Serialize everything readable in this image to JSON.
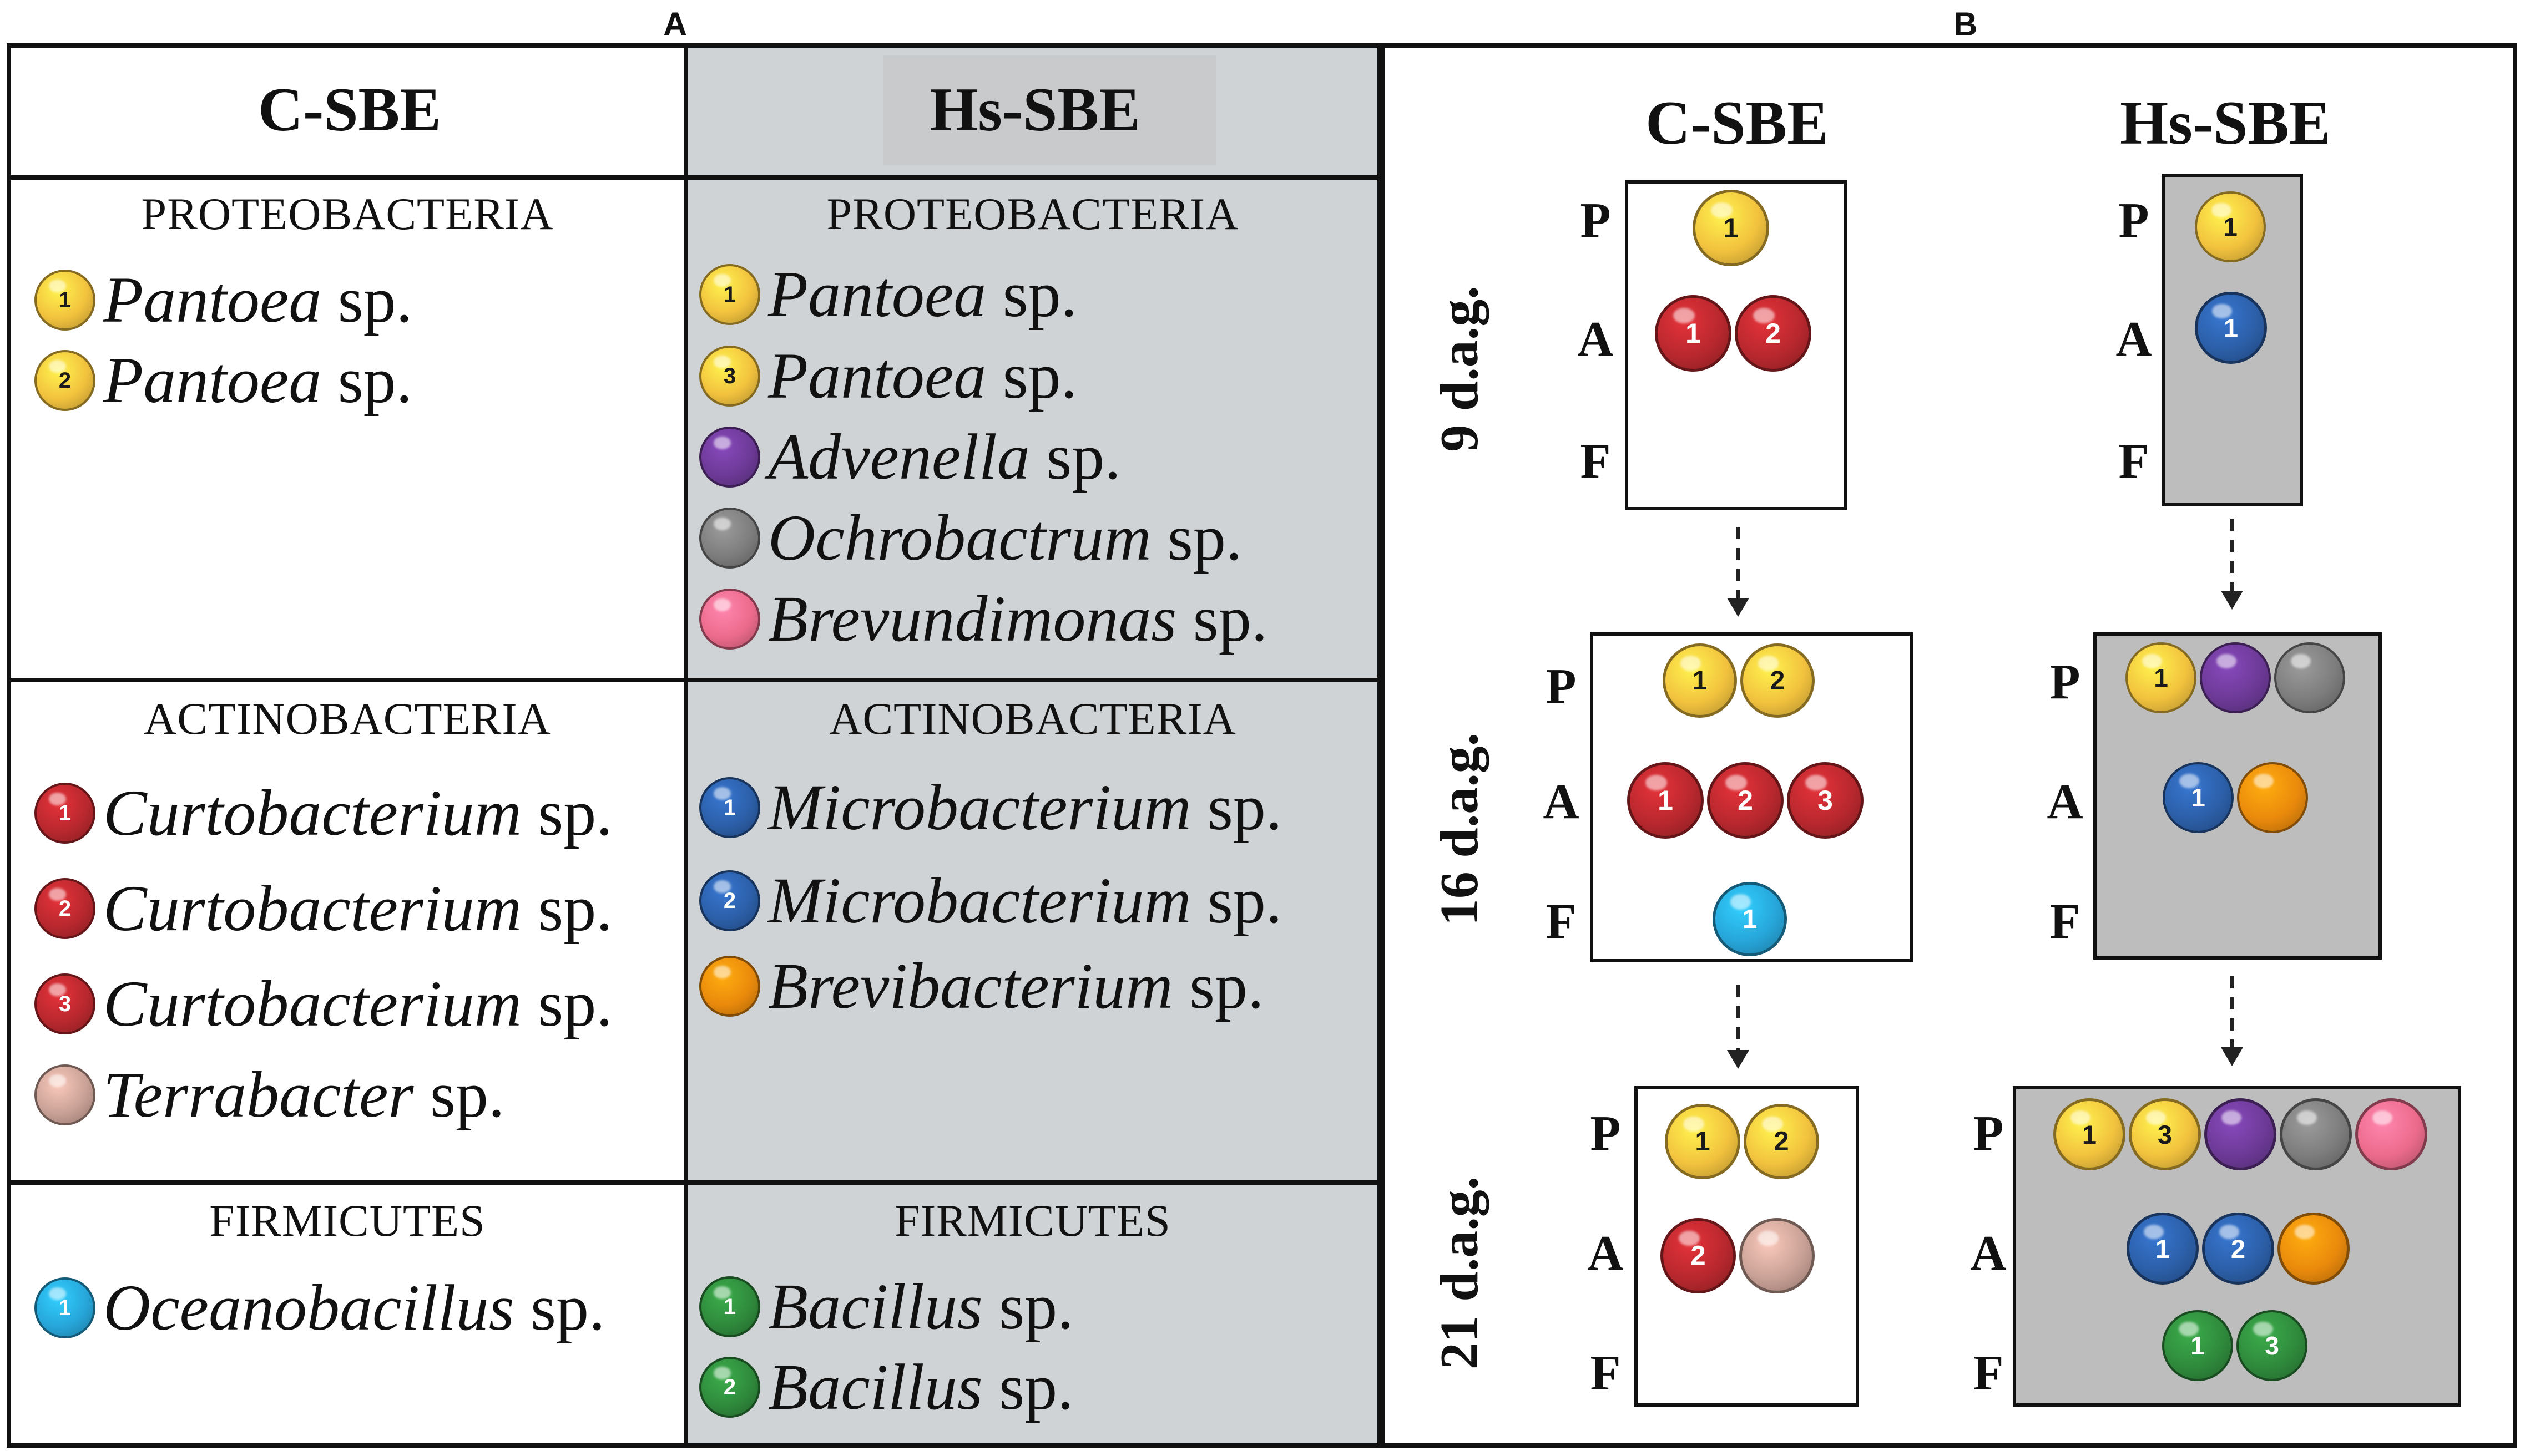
{
  "colors": {
    "yellow": "#f2c23e",
    "red": "#b8282e",
    "purple": "#6d3a97",
    "gray": "#7d7d7d",
    "pink": "#ec6b8c",
    "blue": "#2c5fa8",
    "orange": "#ea8a0c",
    "cyan": "#27a6da",
    "tan": "#c9a196",
    "green": "#2f8a3c",
    "panel_gray": "#cfd3d6",
    "box_gray": "#bdbdbd"
  },
  "panelA": {
    "letter": "A",
    "columns": [
      {
        "header": "C-SBE",
        "groups": [
          {
            "phylum": "PROTEOBACTERIA",
            "species": [
              {
                "badge": "1",
                "color": "yellow",
                "genus": "Pantoea",
                "suffix": " sp."
              },
              {
                "badge": "2",
                "color": "yellow",
                "genus": "Pantoea",
                "suffix": " sp."
              }
            ]
          },
          {
            "phylum": "ACTINOBACTERIA",
            "species": [
              {
                "badge": "1",
                "color": "red",
                "genus": "Curtobacterium",
                "suffix": " sp."
              },
              {
                "badge": "2",
                "color": "red",
                "genus": "Curtobacterium",
                "suffix": " sp."
              },
              {
                "badge": "3",
                "color": "red",
                "genus": "Curtobacterium",
                "suffix": " sp."
              },
              {
                "badge": "",
                "color": "tan",
                "genus": "Terrabacter",
                "suffix": " sp."
              }
            ]
          },
          {
            "phylum": "FIRMICUTES",
            "species": [
              {
                "badge": "1",
                "color": "cyan",
                "genus": "Oceanobacillus",
                "suffix": " sp."
              }
            ]
          }
        ]
      },
      {
        "header": "Hs-SBE",
        "groups": [
          {
            "phylum": "PROTEOBACTERIA",
            "species": [
              {
                "badge": "1",
                "color": "yellow",
                "genus": "Pantoea",
                "suffix": " sp."
              },
              {
                "badge": "3",
                "color": "yellow",
                "genus": "Pantoea",
                "suffix": " sp."
              },
              {
                "badge": "",
                "color": "purple",
                "genus": "Advenella",
                "suffix": " sp."
              },
              {
                "badge": "",
                "color": "gray",
                "genus": "Ochrobactrum",
                "suffix": " sp."
              },
              {
                "badge": "",
                "color": "pink",
                "genus": "Brevundimonas",
                "suffix": " sp."
              }
            ]
          },
          {
            "phylum": "ACTINOBACTERIA",
            "species": [
              {
                "badge": "1",
                "color": "blue",
                "genus": "Microbacterium",
                "suffix": " sp."
              },
              {
                "badge": "2",
                "color": "blue",
                "genus": "Microbacterium",
                "suffix": " sp."
              },
              {
                "badge": "",
                "color": "orange",
                "genus": "Brevibacterium",
                "suffix": " sp."
              }
            ]
          },
          {
            "phylum": "FIRMICUTES",
            "species": [
              {
                "badge": "1",
                "color": "green",
                "genus": "Bacillus",
                "suffix": " sp."
              },
              {
                "badge": "2",
                "color": "green",
                "genus": "Bacillus",
                "suffix": " sp."
              }
            ]
          }
        ]
      }
    ]
  },
  "panelB": {
    "letter": "B",
    "column_headers": [
      "C-SBE",
      "Hs-SBE"
    ],
    "row_labels": [
      "P",
      "A",
      "F"
    ],
    "timepoints": [
      {
        "label": "9 d.a.g.",
        "c_sbe": {
          "P": [
            {
              "badge": "1",
              "color": "yellow"
            }
          ],
          "A": [
            {
              "badge": "1",
              "color": "red"
            },
            {
              "badge": "2",
              "color": "red"
            }
          ],
          "F": []
        },
        "hs_sbe": {
          "P": [
            {
              "badge": "1",
              "color": "yellow"
            }
          ],
          "A": [
            {
              "badge": "1",
              "color": "blue"
            }
          ],
          "F": []
        }
      },
      {
        "label": "16 d.a.g.",
        "c_sbe": {
          "P": [
            {
              "badge": "1",
              "color": "yellow"
            },
            {
              "badge": "2",
              "color": "yellow"
            }
          ],
          "A": [
            {
              "badge": "1",
              "color": "red"
            },
            {
              "badge": "2",
              "color": "red"
            },
            {
              "badge": "3",
              "color": "red"
            }
          ],
          "F": [
            {
              "badge": "1",
              "color": "cyan"
            }
          ]
        },
        "hs_sbe": {
          "P": [
            {
              "badge": "1",
              "color": "yellow"
            },
            {
              "badge": "",
              "color": "purple"
            },
            {
              "badge": "",
              "color": "gray"
            }
          ],
          "A": [
            {
              "badge": "1",
              "color": "blue"
            },
            {
              "badge": "",
              "color": "orange"
            }
          ],
          "F": []
        }
      },
      {
        "label": "21 d.a.g.",
        "c_sbe": {
          "P": [
            {
              "badge": "1",
              "color": "yellow"
            },
            {
              "badge": "2",
              "color": "yellow"
            }
          ],
          "A": [
            {
              "badge": "2",
              "color": "red"
            },
            {
              "badge": "",
              "color": "tan"
            }
          ],
          "F": []
        },
        "hs_sbe": {
          "P": [
            {
              "badge": "1",
              "color": "yellow"
            },
            {
              "badge": "3",
              "color": "yellow"
            },
            {
              "badge": "",
              "color": "purple"
            },
            {
              "badge": "",
              "color": "gray"
            },
            {
              "badge": "",
              "color": "pink"
            }
          ],
          "A": [
            {
              "badge": "1",
              "color": "blue"
            },
            {
              "badge": "2",
              "color": "blue"
            },
            {
              "badge": "",
              "color": "orange"
            }
          ],
          "F": [
            {
              "badge": "1",
              "color": "green"
            },
            {
              "badge": "3",
              "color": "green"
            }
          ]
        }
      }
    ]
  }
}
